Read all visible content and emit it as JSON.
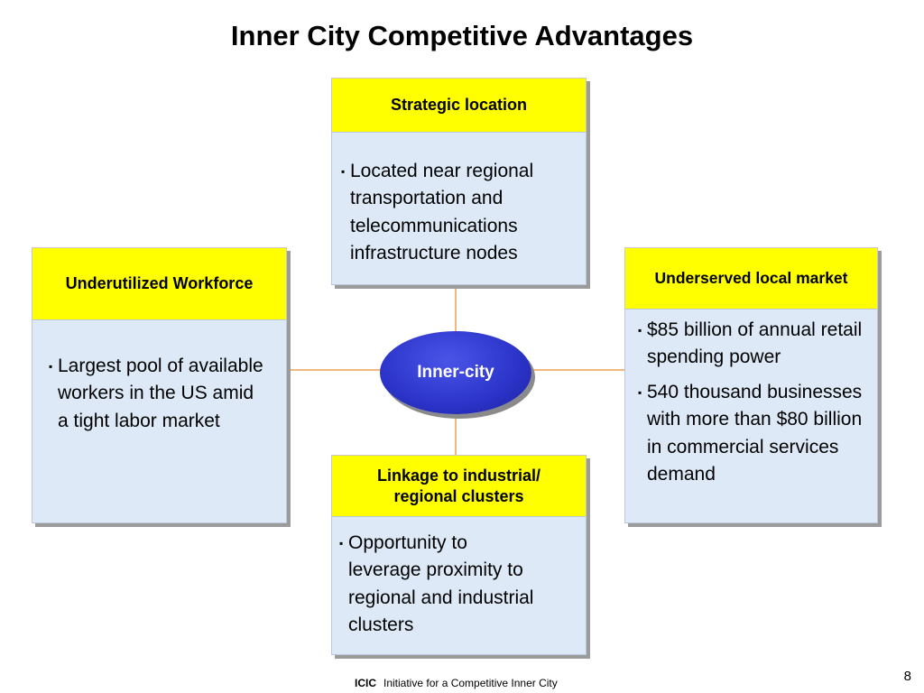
{
  "title": "Inner City Competitive Advantages",
  "hub": {
    "label": "Inner-city"
  },
  "top": {
    "heading": "Strategic location",
    "bullets": [
      "Located near regional transportation and telecommunications infrastructure nodes"
    ]
  },
  "left": {
    "heading": "Underutilized Workforce",
    "bullets": [
      "Largest pool of available workers in the US amid a tight labor market"
    ]
  },
  "right": {
    "heading": "Underserved local market",
    "bullets": [
      "$85 billion of annual retail spending power",
      "540 thousand businesses with more than $80 billion in commercial services demand"
    ]
  },
  "bottom": {
    "heading": "Linkage to industrial/ regional clusters",
    "bullets": [
      "Opportunity to leverage proximity to regional and industrial clusters"
    ]
  },
  "bullet_marker": "▪",
  "footer": {
    "brand": "ICIC",
    "text": "Initiative for a Competitive Inner City"
  },
  "page_number": "8",
  "colors": {
    "heading_fill": "#ffff00",
    "body_fill": "#dde9f6",
    "hub_fill": "#2b33c9",
    "connector": "#f2b880"
  }
}
